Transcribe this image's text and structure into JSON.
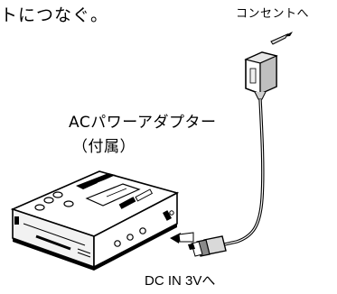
{
  "labels": {
    "intro": "トにつなぐ。",
    "outlet": "コンセントへ",
    "adapter": "ACパワーアダプター",
    "included": "（付属）",
    "dc_in": "DC IN 3Vへ"
  },
  "colors": {
    "ink": "#000000",
    "paper": "#ffffff",
    "shade": "#d9d9d9",
    "dark_shade": "#8a8a8a"
  }
}
